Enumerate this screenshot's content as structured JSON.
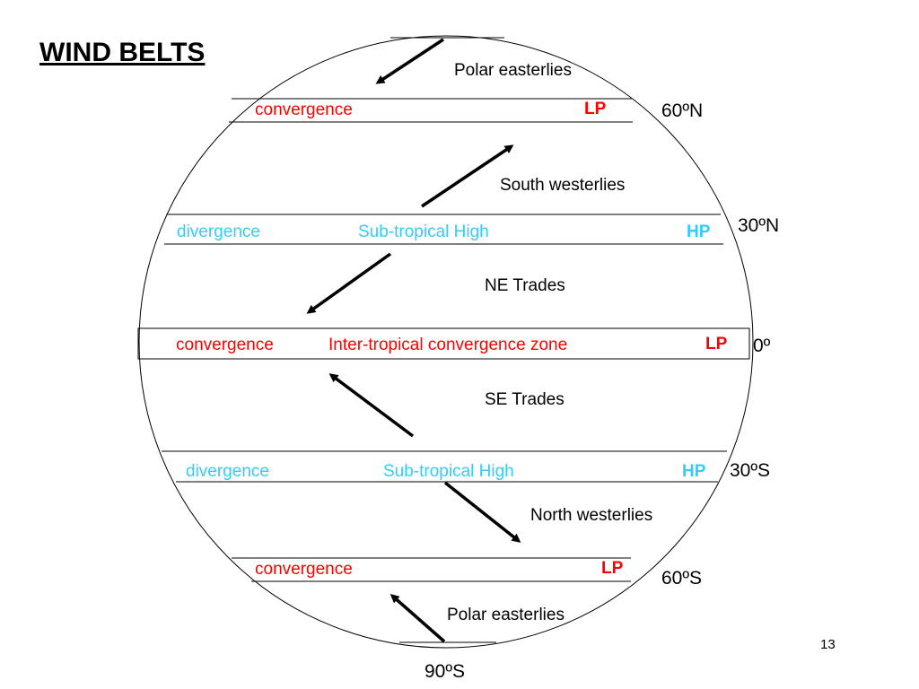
{
  "title": "WIND BELTS",
  "page_number": "13",
  "winds": {
    "polar_n": "Polar easterlies",
    "south_westerlies": "South westerlies",
    "ne_trades": "NE Trades",
    "se_trades": "SE Trades",
    "north_westerlies": "North westerlies",
    "polar_s": "Polar easterlies"
  },
  "latitudes": {
    "n60": "60ºN",
    "n30": "30ºN",
    "eq": "0º",
    "s30": "30ºS",
    "s60": "60ºS",
    "s90": "90ºS"
  },
  "bands": {
    "n60": {
      "left": "convergence",
      "pressure": "LP"
    },
    "n30": {
      "left": "divergence",
      "center": "Sub-tropical High",
      "pressure": "HP"
    },
    "eq": {
      "left": "convergence",
      "center": "Inter-tropical convergence zone",
      "pressure": "LP"
    },
    "s30": {
      "left": "divergence",
      "center": "Sub-tropical High",
      "pressure": "HP"
    },
    "s60": {
      "left": "convergence",
      "pressure": "LP"
    }
  },
  "colors": {
    "convergence": "#ff0000",
    "divergence": "#33ccff",
    "outline": "#000000"
  }
}
